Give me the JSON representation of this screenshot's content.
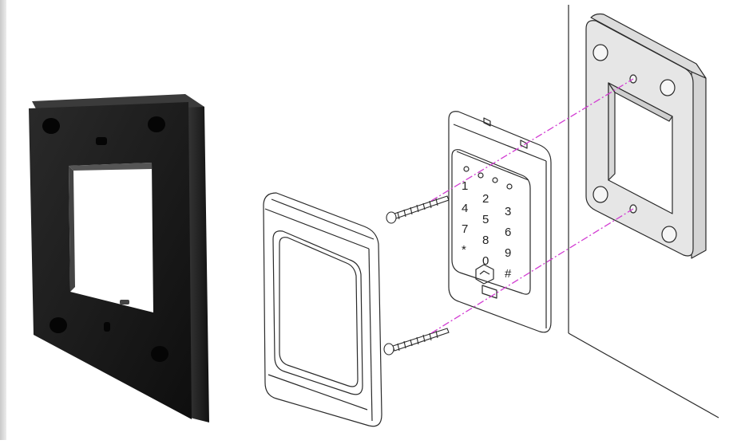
{
  "keypad": {
    "keys": [
      "1",
      "2",
      "3",
      "4",
      "5",
      "6",
      "7",
      "8",
      "9",
      "*",
      "0",
      "#"
    ]
  },
  "colors": {
    "background": "#ffffff",
    "black_frame": "#141414",
    "guide_line": "#d23cd2",
    "line_art": "#2a2a2a",
    "spacer_fill": "#e6e6e6"
  },
  "icons": [
    "black-mounting-frame",
    "cover-frame",
    "keypad-device",
    "wall-spacer",
    "screw-icon",
    "fingerprint-icon"
  ]
}
